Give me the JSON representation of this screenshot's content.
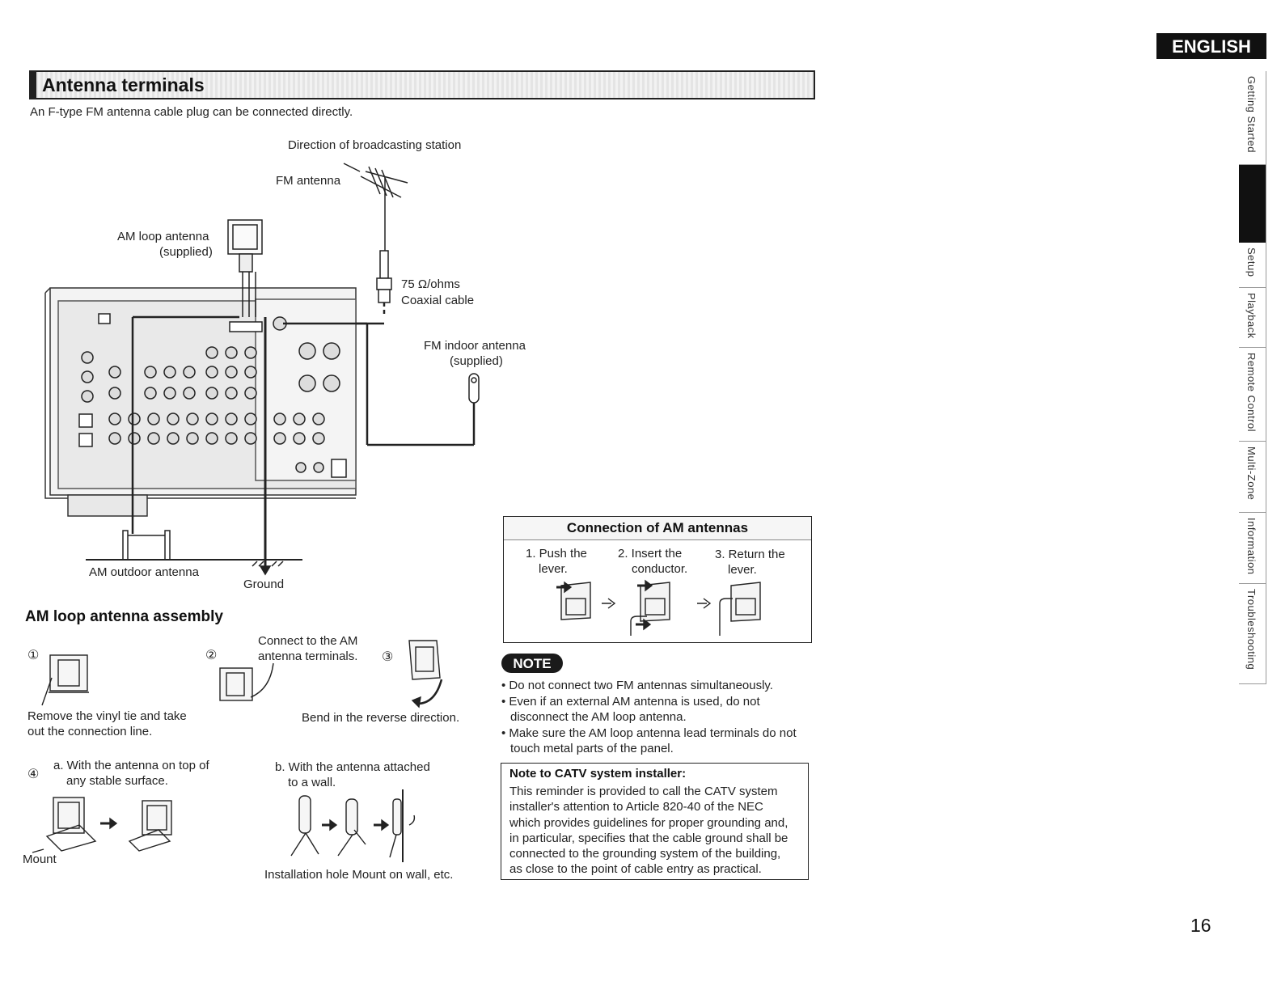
{
  "language_badge": "ENGLISH",
  "side_tabs": [
    {
      "label": "Getting Started",
      "active": false
    },
    {
      "label": "",
      "active": true
    },
    {
      "label": "Setup",
      "active": false
    },
    {
      "label": "Playback",
      "active": false
    },
    {
      "label": "Remote Control",
      "active": false
    },
    {
      "label": "Multi-Zone",
      "active": false
    },
    {
      "label": "Information",
      "active": false
    },
    {
      "label": "Troubleshooting",
      "active": false
    }
  ],
  "section": {
    "title": "Antenna terminals",
    "intro": "An F-type FM antenna cable plug can be connected directly."
  },
  "diagram": {
    "direction": "Direction of broadcasting station",
    "fm_antenna": "FM antenna",
    "am_loop_line1": "AM loop antenna",
    "am_loop_line2": "(supplied)",
    "coax_line1": "75 Ω/ohms",
    "coax_line2": "Coaxial cable",
    "fm_indoor_line1": "FM indoor antenna",
    "fm_indoor_line2": "(supplied)",
    "am_outdoor": "AM outdoor antenna",
    "ground": "Ground"
  },
  "assembly": {
    "title": "AM loop antenna assembly",
    "step1_num": "①",
    "step2_num": "②",
    "step3_num": "③",
    "step4_num": "④",
    "step1_text_line1": "Remove the vinyl tie and take",
    "step1_text_line2": "out the connection line.",
    "step2_text_line1": "Connect to the AM",
    "step2_text_line2": "antenna terminals.",
    "step3_text": "Bend in the reverse direction.",
    "step4a_line1": "a. With the antenna on top of",
    "step4a_line2": "any stable surface.",
    "step4b_line1": "b. With the antenna attached",
    "step4b_line2": "to a wall.",
    "mount": "Mount",
    "installation": "Installation hole Mount on wall, etc."
  },
  "am_connection": {
    "title": "Connection of AM antennas",
    "steps": [
      {
        "line1": "1. Push the",
        "line2": "lever."
      },
      {
        "line1": "2. Insert the",
        "line2": "conductor."
      },
      {
        "line1": "3. Return the",
        "line2": "lever."
      }
    ]
  },
  "note": {
    "badge": "NOTE",
    "bullet1": "• Do not connect two FM antennas simultaneously.",
    "bullet2_line1": "• Even if an external AM antenna is used, do not",
    "bullet2_line2": "disconnect the AM loop antenna.",
    "bullet3_line1": "• Make sure the AM loop antenna lead terminals do not",
    "bullet3_line2": "touch metal parts of the panel."
  },
  "catv": {
    "title": "Note to CATV system installer:",
    "lines": [
      "This reminder is provided to call the CATV system",
      "installer's attention to Article 820-40 of the NEC",
      "which provides guidelines for proper grounding and,",
      "in particular, specifies that the cable ground shall be",
      "connected to the grounding system of the building,",
      "as close to the point of cable entry as practical."
    ]
  },
  "page_number": "16"
}
